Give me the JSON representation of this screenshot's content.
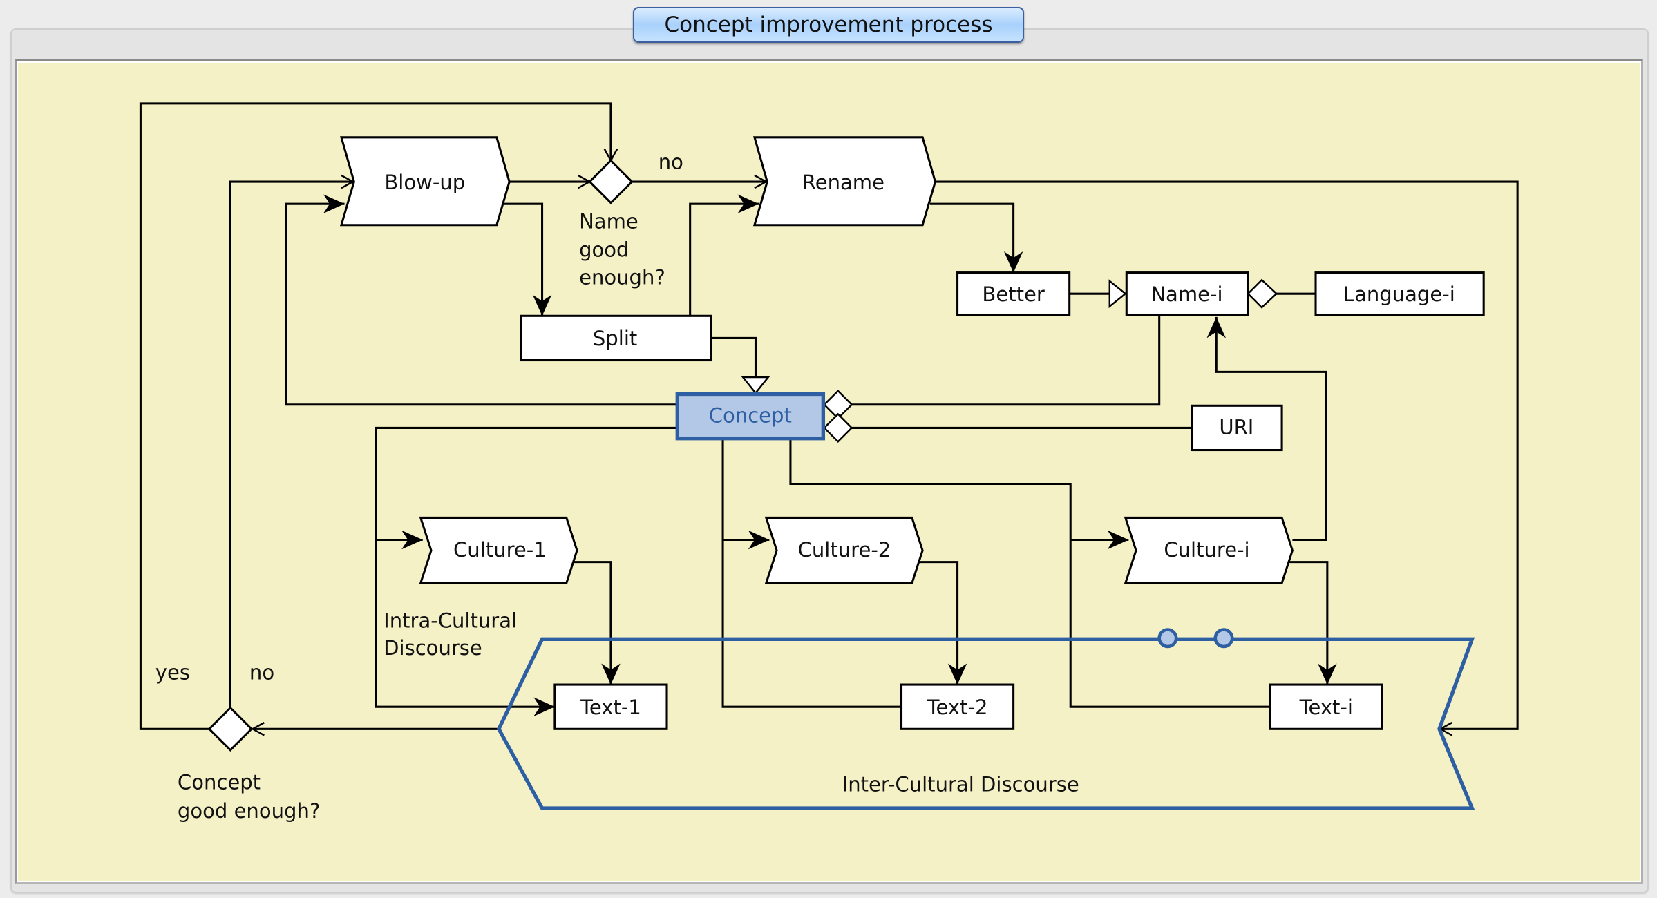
{
  "window": {
    "title": "Concept improvement process"
  },
  "diagram": {
    "activities": {
      "blow_up": "Blow-up",
      "rename": "Rename",
      "culture_1": "Culture-1",
      "culture_2": "Culture-2",
      "culture_i": "Culture-i"
    },
    "classes": {
      "split": "Split",
      "better": "Better",
      "name_i": "Name-i",
      "language_i": "Language-i",
      "concept": "Concept",
      "uri": "URI",
      "text_1": "Text-1",
      "text_2": "Text-2",
      "text_i": "Text-i"
    },
    "decisions": {
      "name_good": {
        "lines": [
          "Name",
          "good",
          "enough?"
        ],
        "no_label": "no"
      },
      "concept_good": {
        "lines": [
          "Concept",
          "good enough?"
        ],
        "yes_label": "yes",
        "no_label": "no"
      }
    },
    "regions": {
      "intra_cultural": [
        "Intra-Cultural",
        "Discourse"
      ],
      "inter_cultural": "Inter-Cultural Discourse"
    },
    "colors": {
      "canvas": "#f5f1c6",
      "selected_fill": "#b3c7e6",
      "selected_stroke": "#2e5fa3",
      "selected_text": "#2e5fa3",
      "region_stroke": "#2e5fa3"
    }
  }
}
